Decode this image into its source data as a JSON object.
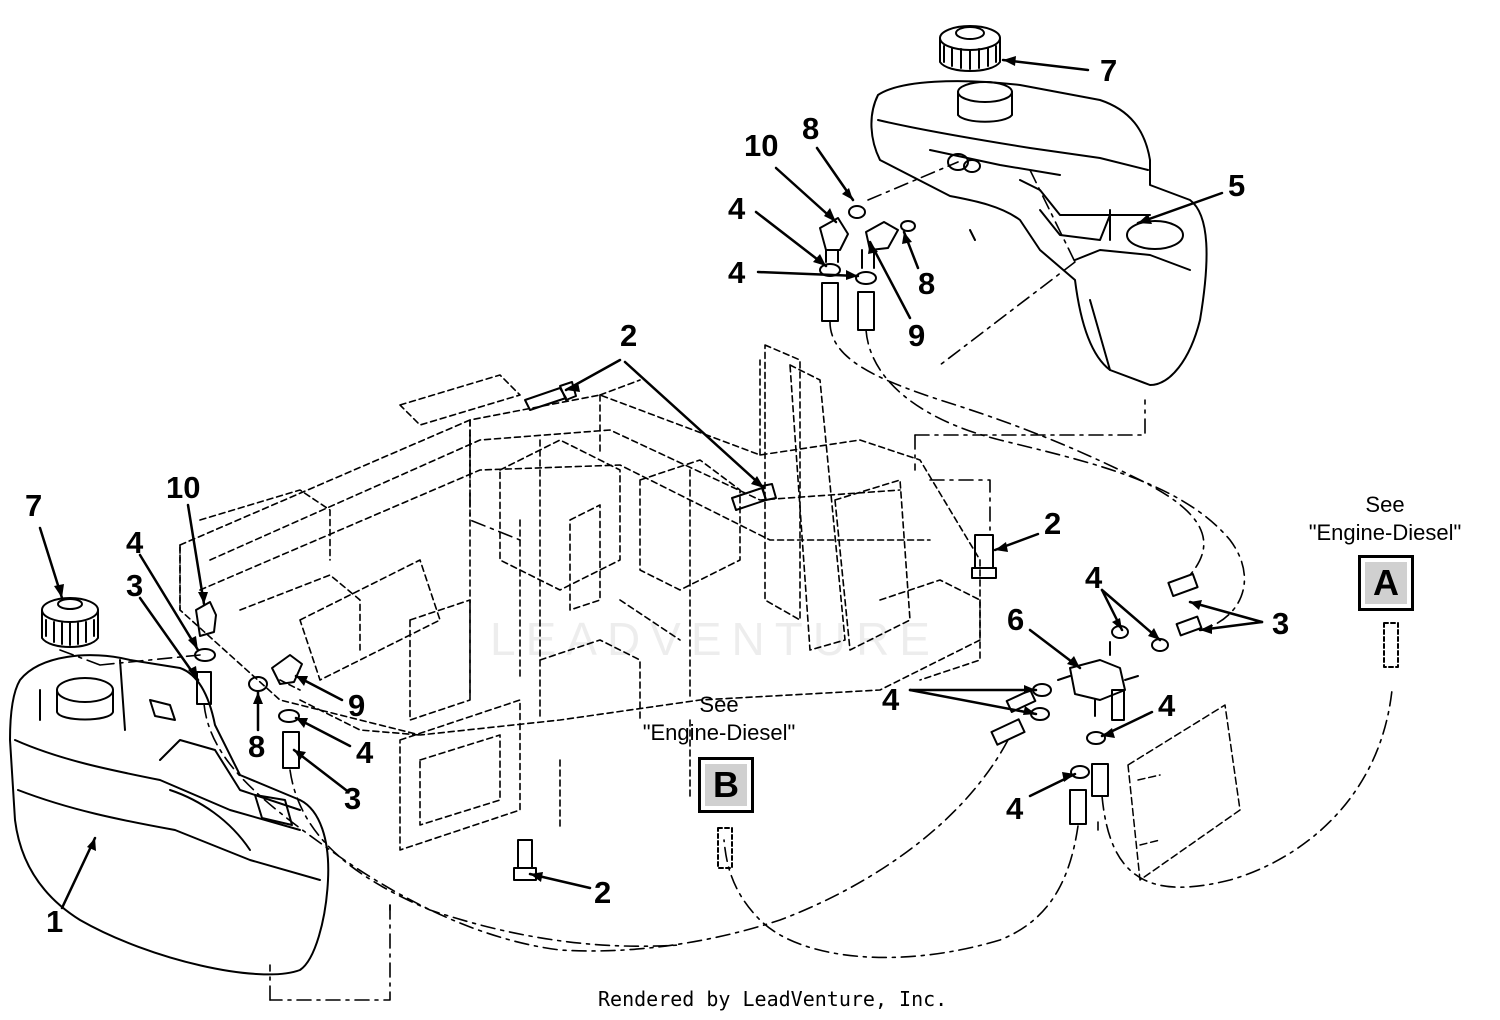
{
  "callouts": {
    "c1": "1",
    "c2a": "2",
    "c2b": "2",
    "c2c": "2",
    "c3a": "3",
    "c3b": "3",
    "c3c": "3",
    "c4a": "4",
    "c4b": "4",
    "c4c": "4",
    "c4d": "4",
    "c4e": "4",
    "c4f": "4",
    "c4g": "4",
    "c4h": "4",
    "c5": "5",
    "c6": "6",
    "c7a": "7",
    "c7b": "7",
    "c8a": "8",
    "c8b": "8",
    "c8c": "8",
    "c9a": "9",
    "c9b": "9",
    "c10a": "10",
    "c10b": "10"
  },
  "references": {
    "a": {
      "see": "See",
      "target": "\"Engine-Diesel\"",
      "letter": "A"
    },
    "b": {
      "see": "See",
      "target": "\"Engine-Diesel\"",
      "letter": "B"
    }
  },
  "watermark": "LEADVENTURE",
  "footer": "Rendered by LeadVenture, Inc."
}
